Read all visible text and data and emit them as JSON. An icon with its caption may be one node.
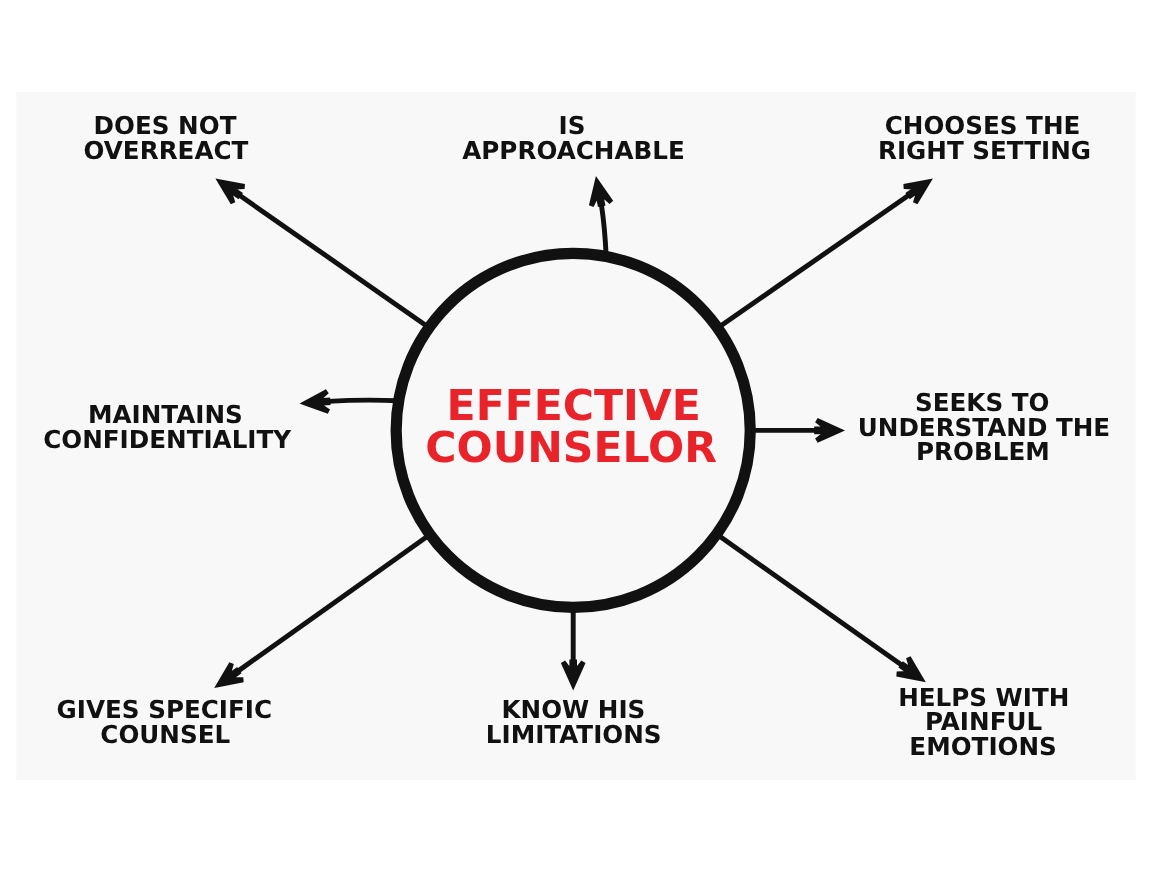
{
  "diagram": {
    "nodes": [
      {
        "text": [
          "EFFECTIVE COUNSELOR"
        ]
      },
      {
        "text": [
          "IS APPROACHABLE"
        ]
      },
      {
        "text": [
          "CHOOSES THE RIGHT SETTING"
        ]
      },
      {
        "text": [
          "SEEKS TO UNDERSTAND THE PROBLEM"
        ]
      },
      {
        "text": [
          "HELPS WITH PAINFUL EMOTIONS"
        ]
      },
      {
        "text": [
          "KNOW HIS LIMITATIONS"
        ]
      },
      {
        "text": [
          "GIVES SPECIFIC COUNSEL"
        ]
      },
      {
        "text": [
          "MAINTAINS CONFIDENTIALITY"
        ]
      },
      {
        "text": [
          "DOES NOT OVERREACT"
        ]
      }
    ],
    "edges": [
      {
        "from": 0,
        "to": 1,
        "arrow": "to"
      },
      {
        "from": 0,
        "to": 2,
        "arrow": "to"
      },
      {
        "from": 0,
        "to": 3,
        "arrow": "to"
      },
      {
        "from": 0,
        "to": 4,
        "arrow": "to"
      },
      {
        "from": 0,
        "to": 5,
        "arrow": "to"
      },
      {
        "from": 0,
        "to": 6,
        "arrow": "to"
      },
      {
        "from": 0,
        "to": 7,
        "arrow": "to"
      },
      {
        "from": 0,
        "to": 8,
        "arrow": "to"
      }
    ]
  }
}
